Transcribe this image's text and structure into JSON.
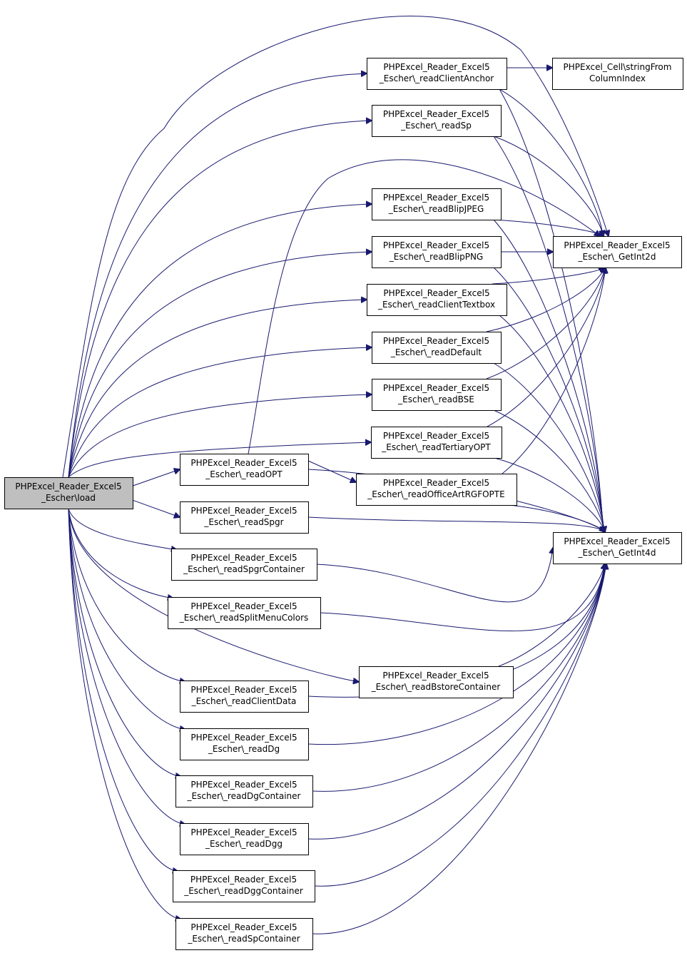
{
  "nodes": [
    {
      "id": "load",
      "lines": [
        "PHPExcel_Reader_Excel5",
        "_Escher\\load"
      ],
      "root": true
    },
    {
      "id": "readClientAnchor",
      "lines": [
        "PHPExcel_Reader_Excel5",
        "_Escher\\_readClientAnchor"
      ]
    },
    {
      "id": "stringFromColumnIndex",
      "lines": [
        "PHPExcel_Cell\\stringFrom",
        "ColumnIndex"
      ]
    },
    {
      "id": "readSp",
      "lines": [
        "PHPExcel_Reader_Excel5",
        "_Escher\\_readSp"
      ]
    },
    {
      "id": "readBlipJPEG",
      "lines": [
        "PHPExcel_Reader_Excel5",
        "_Escher\\_readBlipJPEG"
      ]
    },
    {
      "id": "readBlipPNG",
      "lines": [
        "PHPExcel_Reader_Excel5",
        "_Escher\\_readBlipPNG"
      ]
    },
    {
      "id": "GetInt2d",
      "lines": [
        "PHPExcel_Reader_Excel5",
        "_Escher\\_GetInt2d"
      ]
    },
    {
      "id": "readClientTextbox",
      "lines": [
        "PHPExcel_Reader_Excel5",
        "_Escher\\_readClientTextbox"
      ]
    },
    {
      "id": "readDefault",
      "lines": [
        "PHPExcel_Reader_Excel5",
        "_Escher\\_readDefault"
      ]
    },
    {
      "id": "readBSE",
      "lines": [
        "PHPExcel_Reader_Excel5",
        "_Escher\\_readBSE"
      ]
    },
    {
      "id": "readTertiaryOPT",
      "lines": [
        "PHPExcel_Reader_Excel5",
        "_Escher\\_readTertiaryOPT"
      ]
    },
    {
      "id": "readOPT",
      "lines": [
        "PHPExcel_Reader_Excel5",
        "_Escher\\_readOPT"
      ]
    },
    {
      "id": "readOfficeArtRGFOPTE",
      "lines": [
        "PHPExcel_Reader_Excel5",
        "_Escher\\_readOfficeArtRGFOPTE"
      ]
    },
    {
      "id": "readSpgr",
      "lines": [
        "PHPExcel_Reader_Excel5",
        "_Escher\\_readSpgr"
      ]
    },
    {
      "id": "GetInt4d",
      "lines": [
        "PHPExcel_Reader_Excel5",
        "_Escher\\_GetInt4d"
      ]
    },
    {
      "id": "readSpgrContainer",
      "lines": [
        "PHPExcel_Reader_Excel5",
        "_Escher\\_readSpgrContainer"
      ]
    },
    {
      "id": "readSplitMenuColors",
      "lines": [
        "PHPExcel_Reader_Excel5",
        "_Escher\\_readSplitMenuColors"
      ]
    },
    {
      "id": "readBstoreContainer",
      "lines": [
        "PHPExcel_Reader_Excel5",
        "_Escher\\_readBstoreContainer"
      ]
    },
    {
      "id": "readClientData",
      "lines": [
        "PHPExcel_Reader_Excel5",
        "_Escher\\_readClientData"
      ]
    },
    {
      "id": "readDg",
      "lines": [
        "PHPExcel_Reader_Excel5",
        "_Escher\\_readDg"
      ]
    },
    {
      "id": "readDgContainer",
      "lines": [
        "PHPExcel_Reader_Excel5",
        "_Escher\\_readDgContainer"
      ]
    },
    {
      "id": "readDgg",
      "lines": [
        "PHPExcel_Reader_Excel5",
        "_Escher\\_readDgg"
      ]
    },
    {
      "id": "readDggContainer",
      "lines": [
        "PHPExcel_Reader_Excel5",
        "_Escher\\_readDggContainer"
      ]
    },
    {
      "id": "readSpContainer",
      "lines": [
        "PHPExcel_Reader_Excel5",
        "_Escher\\_readSpContainer"
      ]
    }
  ],
  "edges": [
    {
      "from": "load",
      "to": "readClientAnchor"
    },
    {
      "from": "load",
      "to": "readSp"
    },
    {
      "from": "load",
      "to": "readBlipJPEG"
    },
    {
      "from": "load",
      "to": "readBlipPNG"
    },
    {
      "from": "load",
      "to": "readClientTextbox"
    },
    {
      "from": "load",
      "to": "readDefault"
    },
    {
      "from": "load",
      "to": "readBSE"
    },
    {
      "from": "load",
      "to": "readTertiaryOPT"
    },
    {
      "from": "load",
      "to": "readOPT"
    },
    {
      "from": "load",
      "to": "readSpgr"
    },
    {
      "from": "load",
      "to": "readSpgrContainer"
    },
    {
      "from": "load",
      "to": "readSplitMenuColors"
    },
    {
      "from": "load",
      "to": "readBstoreContainer"
    },
    {
      "from": "load",
      "to": "readClientData"
    },
    {
      "from": "load",
      "to": "readDg"
    },
    {
      "from": "load",
      "to": "readDgContainer"
    },
    {
      "from": "load",
      "to": "readDgg"
    },
    {
      "from": "load",
      "to": "readDggContainer"
    },
    {
      "from": "load",
      "to": "readSpContainer"
    },
    {
      "from": "load",
      "to": "GetInt2d"
    },
    {
      "from": "readClientAnchor",
      "to": "stringFromColumnIndex"
    },
    {
      "from": "readClientAnchor",
      "to": "GetInt2d"
    },
    {
      "from": "readClientAnchor",
      "to": "GetInt4d"
    },
    {
      "from": "readSp",
      "to": "GetInt2d"
    },
    {
      "from": "readSp",
      "to": "GetInt4d"
    },
    {
      "from": "readBlipJPEG",
      "to": "GetInt2d"
    },
    {
      "from": "readBlipJPEG",
      "to": "GetInt4d"
    },
    {
      "from": "readBlipPNG",
      "to": "GetInt2d"
    },
    {
      "from": "readBlipPNG",
      "to": "GetInt4d"
    },
    {
      "from": "readClientTextbox",
      "to": "GetInt2d"
    },
    {
      "from": "readClientTextbox",
      "to": "GetInt4d"
    },
    {
      "from": "readDefault",
      "to": "GetInt2d"
    },
    {
      "from": "readDefault",
      "to": "GetInt4d"
    },
    {
      "from": "readBSE",
      "to": "GetInt2d"
    },
    {
      "from": "readBSE",
      "to": "GetInt4d"
    },
    {
      "from": "readTertiaryOPT",
      "to": "GetInt2d"
    },
    {
      "from": "readTertiaryOPT",
      "to": "GetInt4d"
    },
    {
      "from": "readOPT",
      "to": "readOfficeArtRGFOPTE"
    },
    {
      "from": "readOPT",
      "to": "GetInt2d"
    },
    {
      "from": "readOPT",
      "to": "GetInt4d"
    },
    {
      "from": "readOfficeArtRGFOPTE",
      "to": "GetInt2d"
    },
    {
      "from": "readOfficeArtRGFOPTE",
      "to": "GetInt4d"
    },
    {
      "from": "readSpgr",
      "to": "GetInt4d"
    },
    {
      "from": "readSpgrContainer",
      "to": "GetInt4d"
    },
    {
      "from": "readSplitMenuColors",
      "to": "GetInt4d"
    },
    {
      "from": "readBstoreContainer",
      "to": "GetInt4d"
    },
    {
      "from": "readClientData",
      "to": "GetInt4d"
    },
    {
      "from": "readDg",
      "to": "GetInt4d"
    },
    {
      "from": "readDgContainer",
      "to": "GetInt4d"
    },
    {
      "from": "readDgg",
      "to": "GetInt4d"
    },
    {
      "from": "readDggContainer",
      "to": "GetInt4d"
    },
    {
      "from": "readSpContainer",
      "to": "GetInt4d"
    }
  ]
}
